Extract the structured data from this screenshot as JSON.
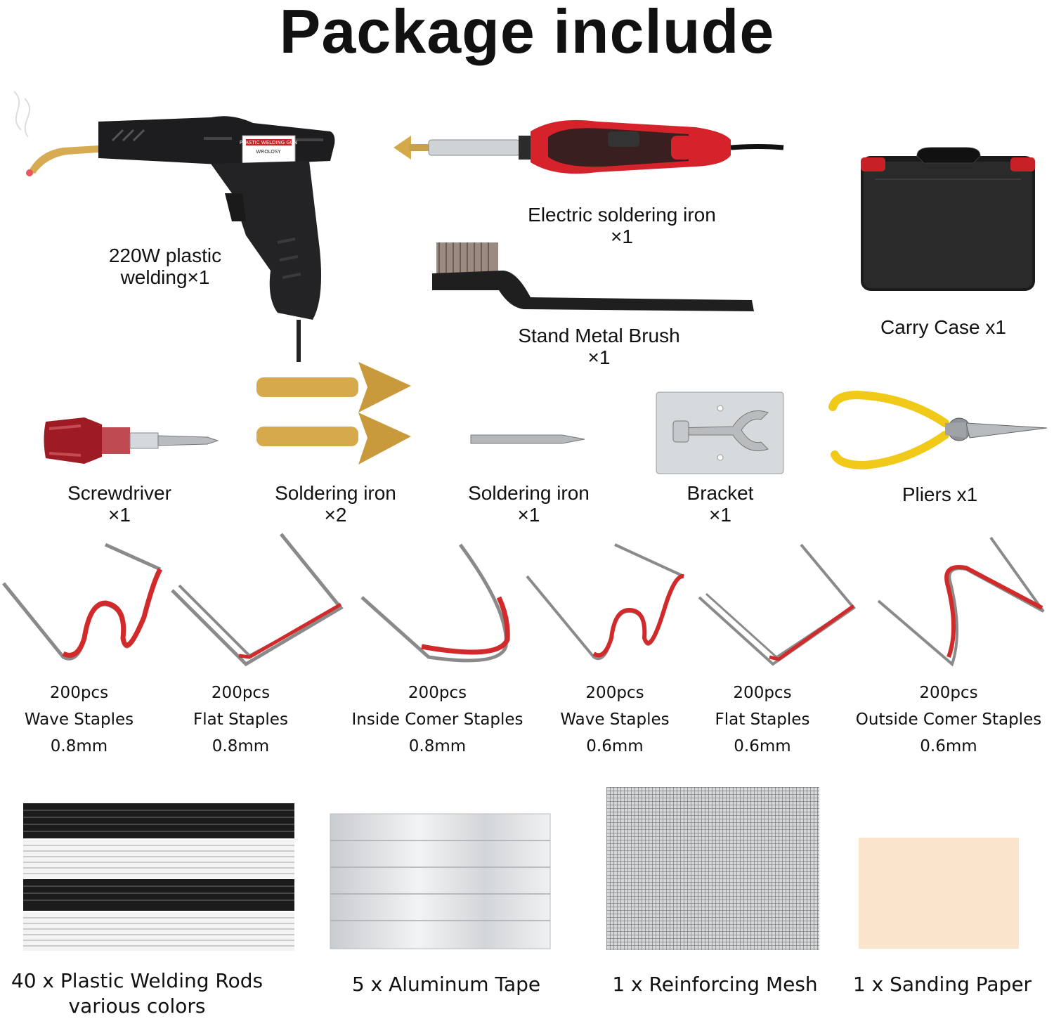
{
  "page": {
    "title": "Package include"
  },
  "gun": {
    "label_line1": "220W plastic",
    "label_line2": "welding×1",
    "badge_line1": "PLASTIC WELDING GUN",
    "badge_line2": "WROLOSY"
  },
  "iron": {
    "label_line1": "Electric soldering iron",
    "label_line2": "×1"
  },
  "brush": {
    "label_line1": "Stand Metal Brush",
    "label_line2": "×1"
  },
  "case": {
    "label": "Carry Case x1"
  },
  "tools": [
    {
      "line1": "Screwdriver",
      "line2": "×1"
    },
    {
      "line1": "Soldering iron",
      "line2": "×2"
    },
    {
      "line1": "Soldering iron",
      "line2": "×1"
    },
    {
      "line1": "Bracket",
      "line2": "×1"
    },
    {
      "line1": "Pliers x1",
      "line2": ""
    }
  ],
  "staples": [
    {
      "count": "200pcs",
      "name": "Wave Staples",
      "size": "0.8mm"
    },
    {
      "count": "200pcs",
      "name": "Flat Staples",
      "size": "0.8mm"
    },
    {
      "count": "200pcs",
      "name": "Inside Comer Staples",
      "size": "0.8mm"
    },
    {
      "count": "200pcs",
      "name": "Wave Staples",
      "size": "0.6mm"
    },
    {
      "count": "200pcs",
      "name": "Flat Staples",
      "size": "0.6mm"
    },
    {
      "count": "200pcs",
      "name": "Outside Comer Staples",
      "size": "0.6mm"
    }
  ],
  "supplies": [
    {
      "line1": "40 x Plastic Welding Rods",
      "line2": "various colors"
    },
    {
      "line1": "5 x Aluminum Tape",
      "line2": ""
    },
    {
      "line1": "1 x Reinforcing Mesh",
      "line2": ""
    },
    {
      "line1": "1 x Sanding Paper",
      "line2": ""
    }
  ],
  "colors": {
    "accent_red": "#d4232c",
    "brass": "#d4a94a",
    "plier_yellow": "#f2cc1c",
    "sanding": "#fbe4cc"
  }
}
